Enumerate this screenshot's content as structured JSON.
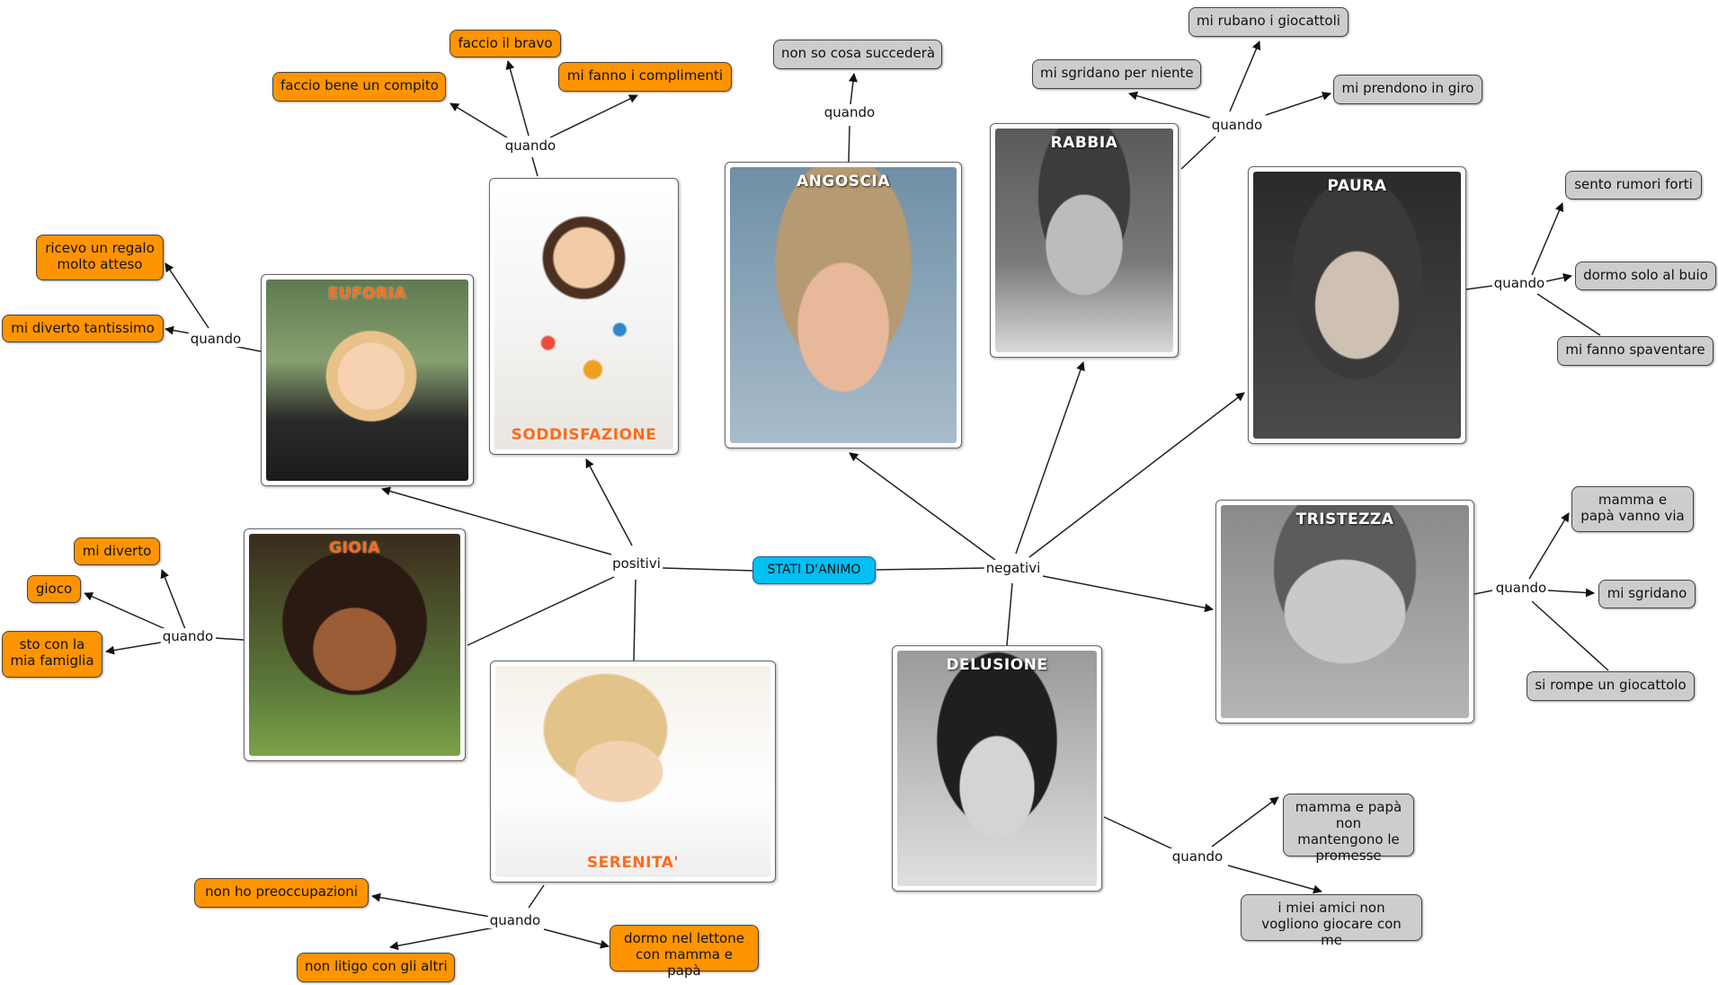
{
  "center": "STATI D'ANIMO",
  "branches": {
    "positive": "positivi",
    "negative": "negativi"
  },
  "link_word": "quando",
  "emotions": {
    "euforia": {
      "name": "EUFORIA",
      "reasons": [
        "ricevo un regalo molto atteso",
        "mi diverto tantissimo"
      ]
    },
    "soddisfazione": {
      "name": "SODDISFAZIONE",
      "reasons": [
        "faccio bene un compito",
        "faccio il bravo",
        "mi fanno i complimenti"
      ]
    },
    "gioia": {
      "name": "GIOIA",
      "reasons": [
        "mi diverto",
        "gioco",
        "sto con la mia famiglia"
      ]
    },
    "serenita": {
      "name": "SERENITA'",
      "reasons": [
        "non ho preoccupazioni",
        "non litigo con gli altri",
        "dormo nel lettone con mamma e papà"
      ]
    },
    "angoscia": {
      "name": "ANGOSCIA",
      "reasons": [
        "non so cosa succederà"
      ]
    },
    "rabbia": {
      "name": "RABBIA",
      "reasons": [
        "mi sgridano per niente",
        "mi rubano i giocattoli",
        "mi prendono in giro"
      ]
    },
    "paura": {
      "name": "PAURA",
      "reasons": [
        "sento rumori forti",
        "dormo solo al buio",
        "mi fanno spaventare"
      ]
    },
    "tristezza": {
      "name": "TRISTEZZA",
      "reasons": [
        "mamma e papà vanno via",
        "mi sgridano",
        "si rompe un giocattolo"
      ]
    },
    "delusione": {
      "name": "DELUSIONE",
      "reasons": [
        "mamma e papà non mantengono le promesse",
        "i miei amici non vogliono giocare con me"
      ]
    }
  },
  "colors": {
    "positive": "#fe9400",
    "negative": "#cdcdcd",
    "center": "#00bff3"
  }
}
